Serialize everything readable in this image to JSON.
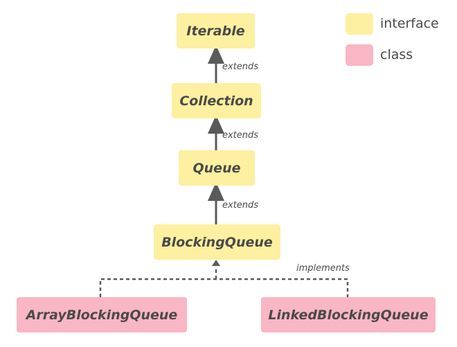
{
  "nodes": {
    "iterable": "Iterable",
    "collection": "Collection",
    "queue": "Queue",
    "blocking_queue": "BlockingQueue",
    "array_blocking_queue": "ArrayBlockingQueue",
    "linked_blocking_queue": "LinkedBlockingQueue"
  },
  "edges": {
    "extends_1": "extends",
    "extends_2": "extends",
    "extends_3": "extends",
    "implements": "implements"
  },
  "legend": {
    "interface": "interface",
    "class": "class"
  },
  "colors": {
    "interface_fill": "#fdf0a0",
    "class_fill": "#f9b6c4",
    "text": "#4a4a4a",
    "arrow": "#5a5a5a"
  }
}
